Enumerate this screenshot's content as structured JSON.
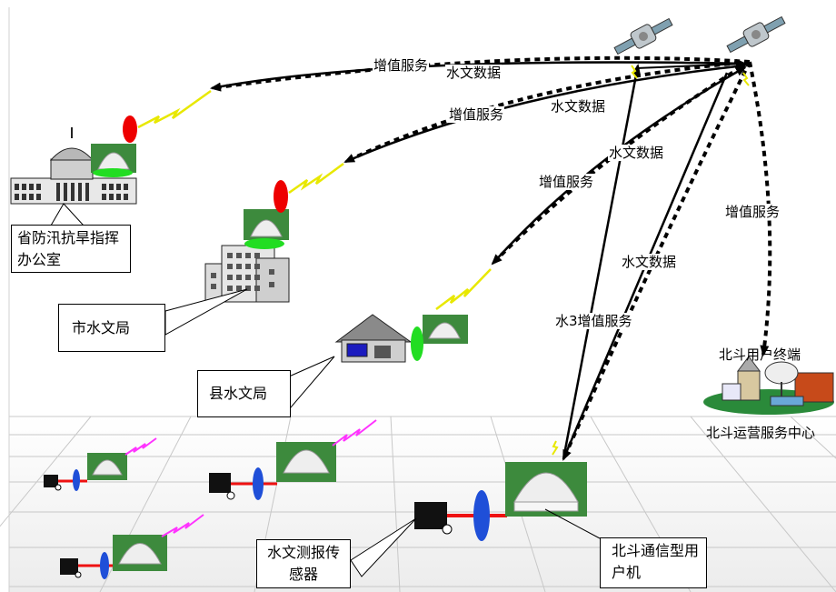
{
  "labels": {
    "value_service_1": "增值服务",
    "hydro_data_1": "水文数据",
    "value_service_2": "增值服务",
    "hydro_data_2": "水文数据",
    "hydro_data_3": "水文数据",
    "value_service_3": "增值服务",
    "value_service_4": "增值服务",
    "hydro_data_4": "水文数据",
    "hydro_value_service": "水3增值服务",
    "beidou_user_terminal": "北斗用户终端",
    "beidou_ops_center": "北斗运营服务中心"
  },
  "callouts": {
    "provincial_office": "省防汛抗旱指挥办公室",
    "city_bureau": "市水文局",
    "county_bureau": "县水文局",
    "sensor": "水文测报传感器",
    "terminal": "北斗通信型用户机"
  },
  "colors": {
    "antenna_red": "#ee0000",
    "antenna_green": "#22dd22",
    "lens_blue": "#1f4fd8",
    "lightning_yellow": "#e8e800",
    "lightning_magenta": "#ff33ff",
    "cable_red": "#ee1111",
    "grid": "#c8c8c8"
  }
}
